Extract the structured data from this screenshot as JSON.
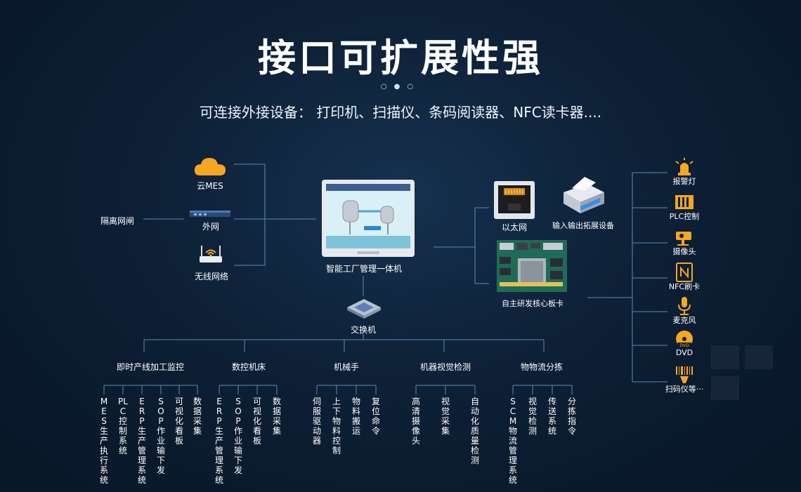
{
  "title": "接口可扩展性强",
  "subtitle": "可连接外接设备： 打印机、扫描仪、条码阅读器、NFC读卡器....",
  "left": {
    "cloud_label": "云MES",
    "network_label": "外网",
    "gateway_label": "隔离网闸",
    "wifi_label": "无线网络"
  },
  "center": {
    "terminal_label": "智能工厂管理一体机",
    "switch_label": "交换机"
  },
  "right_devices": {
    "ethernet_label": "以太网",
    "io_label": "输入输出拓展设备",
    "board_label": "自主研发核心板卡"
  },
  "peripherals": [
    {
      "label": "报警灯",
      "icon": "alarm-light-icon"
    },
    {
      "label": "PLC控制",
      "icon": "plc-icon"
    },
    {
      "label": "摄像头",
      "icon": "camera-icon"
    },
    {
      "label": "NFC刷卡",
      "icon": "nfc-icon"
    },
    {
      "label": "麦克风",
      "icon": "microphone-icon"
    },
    {
      "label": "DVD",
      "icon": "dvd-icon"
    },
    {
      "label": "扫码仪等···",
      "icon": "barcode-scanner-icon"
    }
  ],
  "categories": [
    {
      "name": "即时产线加工监控",
      "items": [
        "MES生产执行系统",
        "PLC控制系统",
        "ERP生产管理系统",
        "SOP作业输下发",
        "可视化看板",
        "数据采集"
      ]
    },
    {
      "name": "数控机床",
      "items": [
        "ERP生产管理系统",
        "SOP作业输下发",
        "可视化看板",
        "数据采集"
      ]
    },
    {
      "name": "机械手",
      "items": [
        "伺服驱动器",
        "上下物料控制",
        "物料搬运",
        "复位命令"
      ]
    },
    {
      "name": "机器视觉检测",
      "items": [
        "高清摄像头",
        "视觉采集",
        "自动化质量检测"
      ]
    },
    {
      "name": "物物流分拣",
      "items": [
        "SCM物流管理系统",
        "视觉检测",
        "传送系统",
        "分拣指令"
      ]
    }
  ],
  "colors": {
    "line": "#5a8ab5",
    "accent": "#f5a623",
    "background": "#0d2036"
  }
}
